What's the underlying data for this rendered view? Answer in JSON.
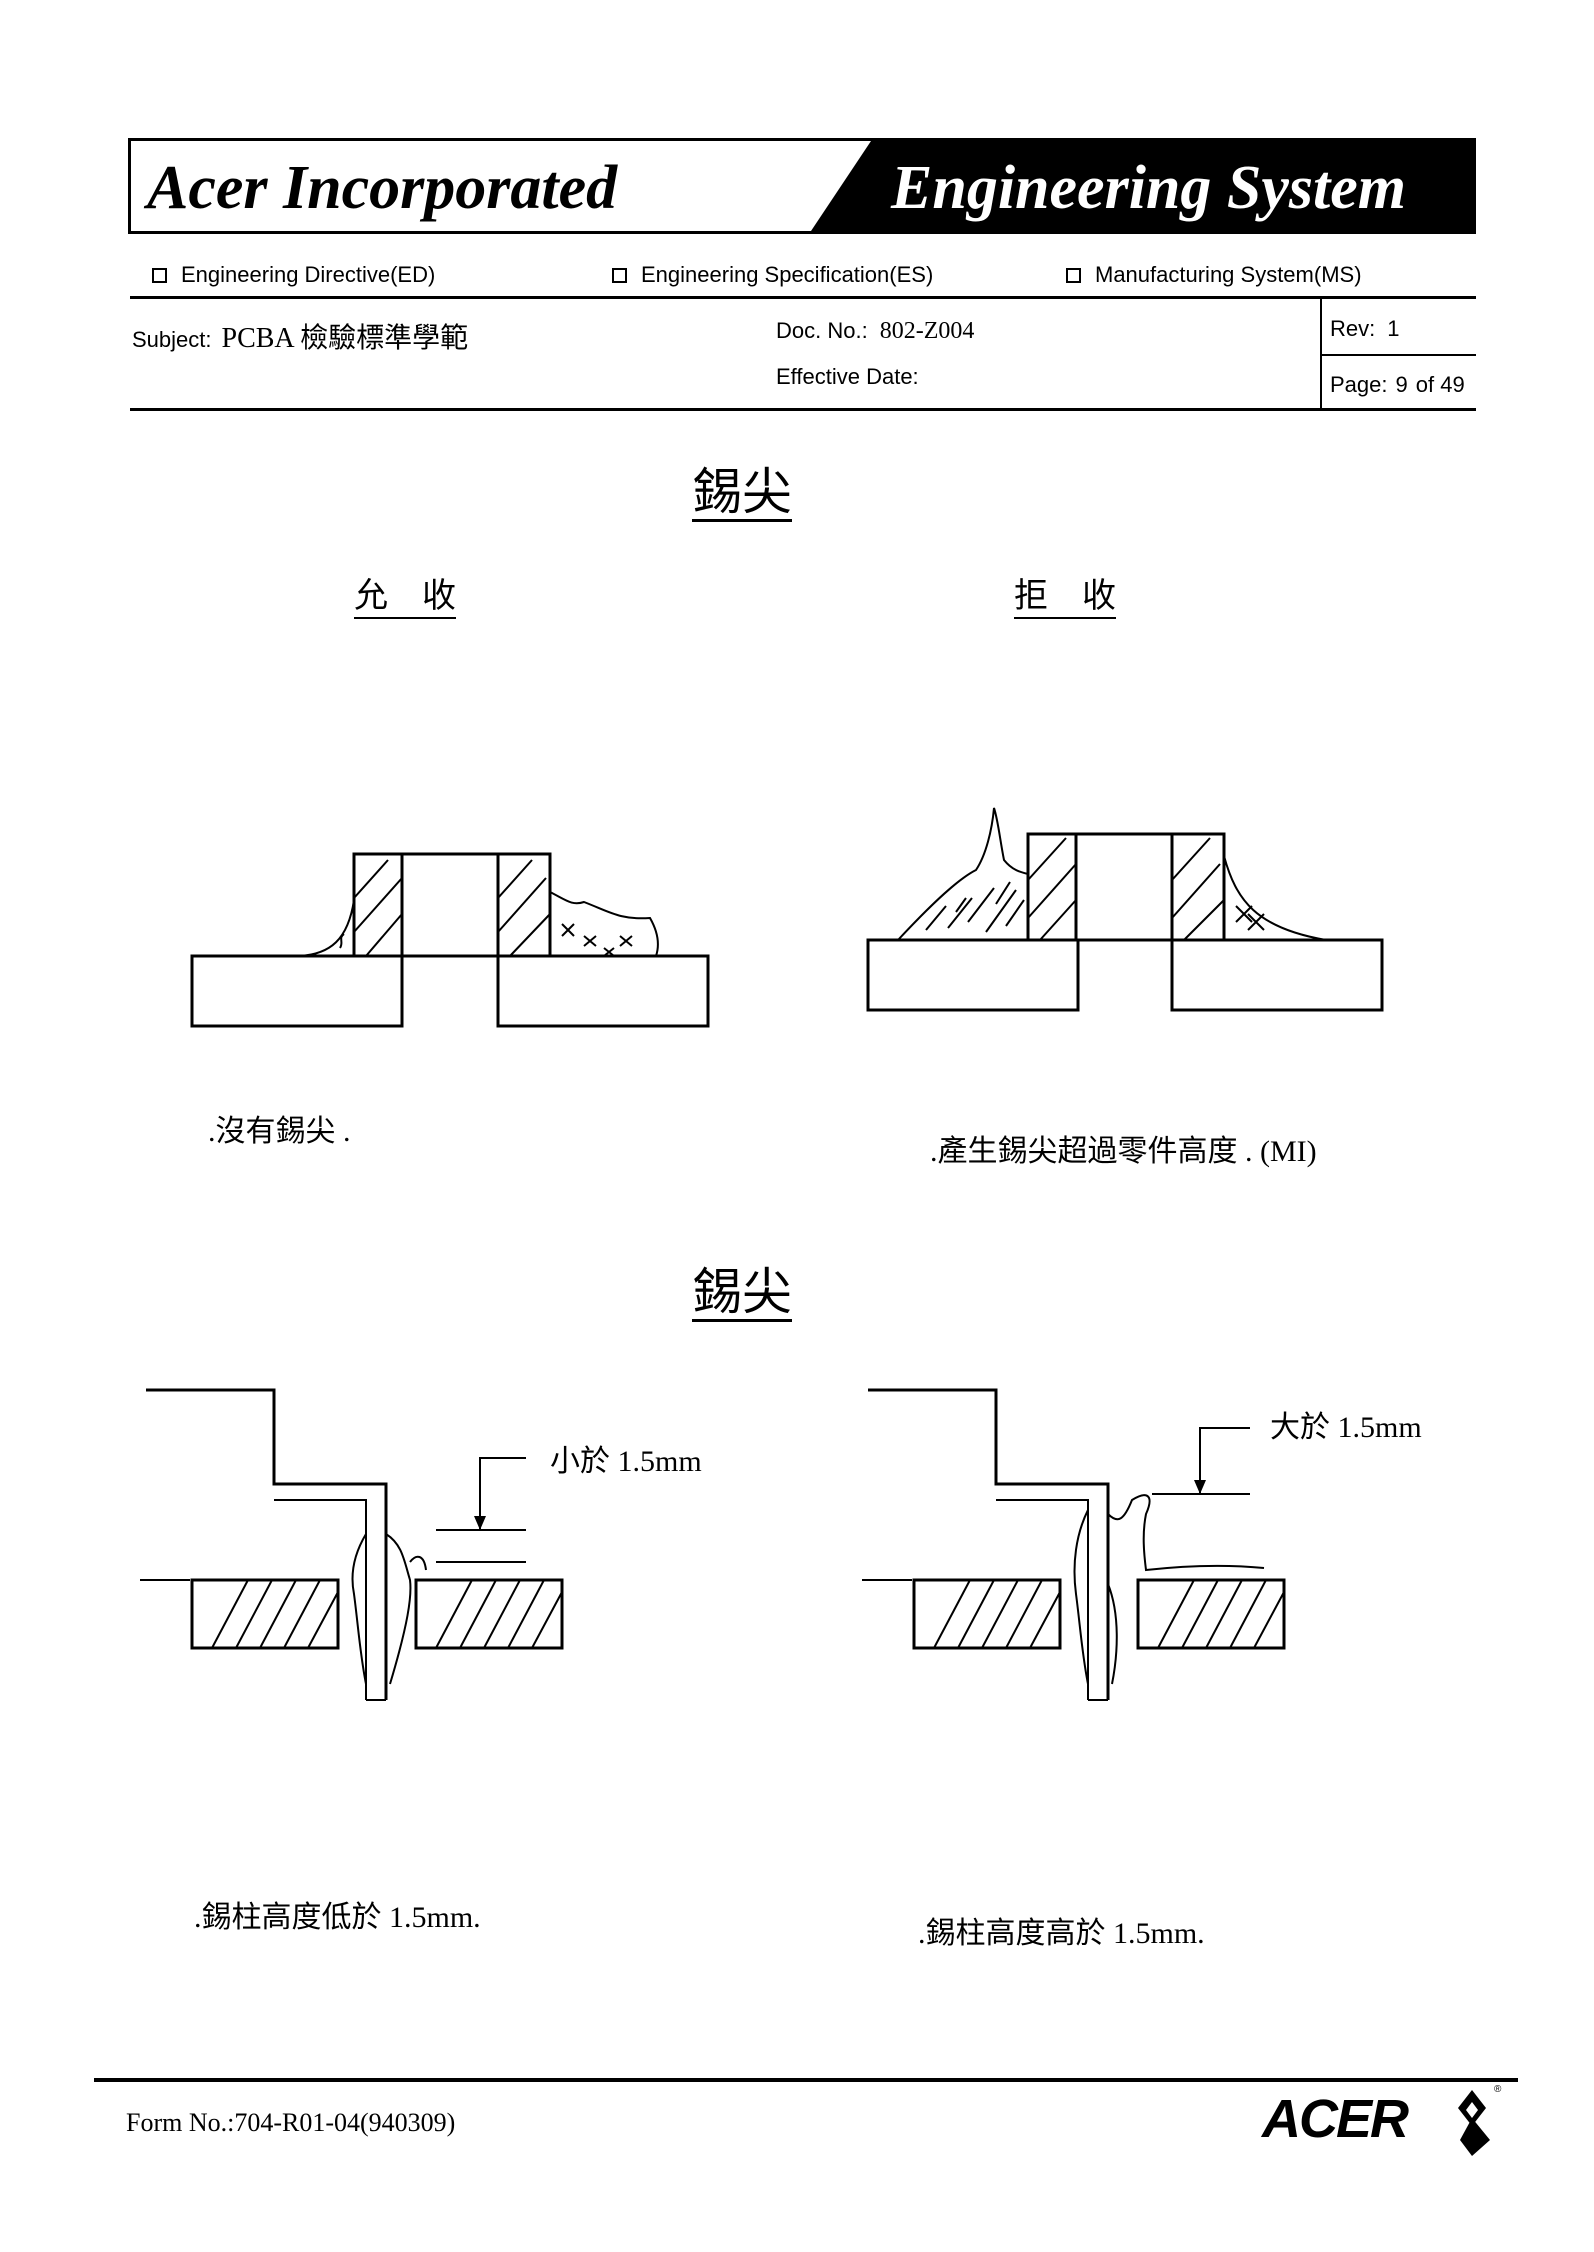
{
  "header": {
    "company": "Acer Incorporated",
    "system": "Engineering System"
  },
  "doc_types": [
    {
      "label": "Engineering  Directive(ED)"
    },
    {
      "label": "Engineering Specification(ES)"
    },
    {
      "label": "Manufacturing System(MS)"
    }
  ],
  "info": {
    "subject_label": "Subject:",
    "subject_value": "PCBA 檢驗標準學範",
    "docno_label": "Doc. No.:",
    "docno_value": "802-Z004",
    "effective_label": "Effective Date:",
    "rev_label": "Rev:",
    "rev_value": "1",
    "page_label": "Page:",
    "page_value": "9",
    "page_of": "of 49"
  },
  "section1": {
    "title": "錫尖",
    "accept_heading": "允    收",
    "reject_heading": "拒    收",
    "accept_caption": ".沒有錫尖 .",
    "reject_caption": ".產生錫尖超過零件高度 . (MI)"
  },
  "section2": {
    "title": "錫尖",
    "left_annotation": "小於 1.5mm",
    "right_annotation": "大於 1.5mm",
    "left_caption": ".錫柱高度低於 1.5mm.",
    "right_caption": ".錫柱高度高於 1.5mm."
  },
  "footer": {
    "form_no": "Form No.:704-R01-04(940309)",
    "logo_text": "ACER",
    "logo_mark": "®"
  }
}
